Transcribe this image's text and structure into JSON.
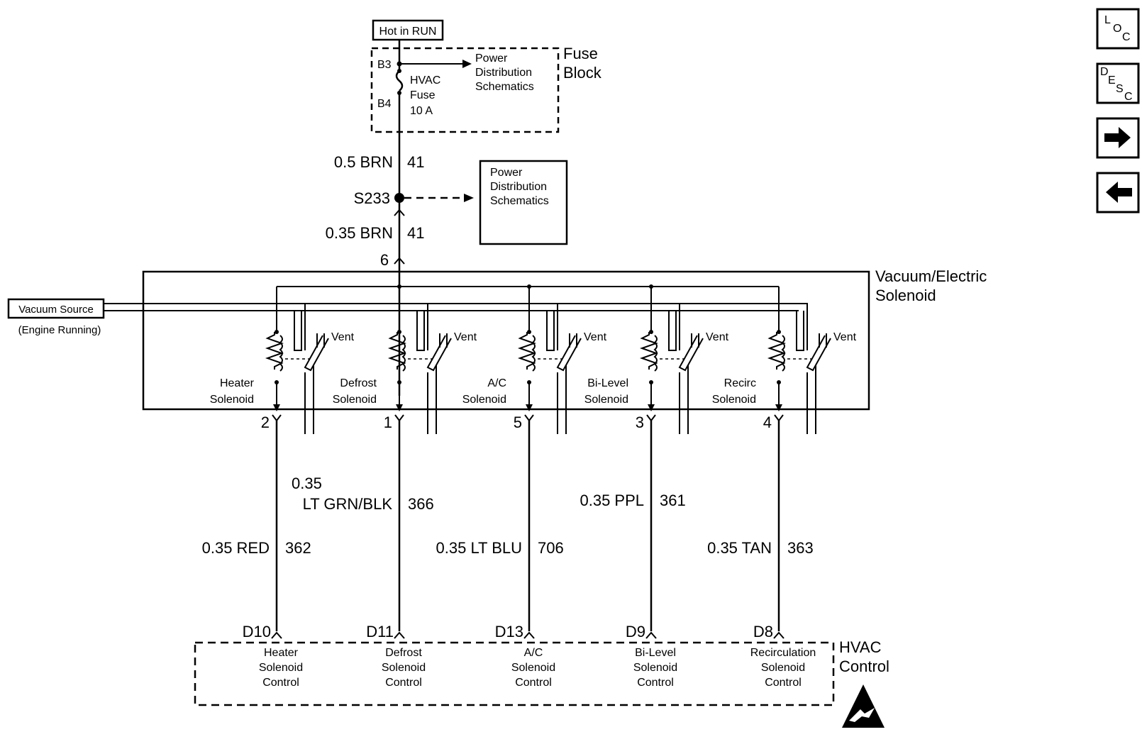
{
  "labels": {
    "hot_in_run": "Hot in RUN",
    "b3": "B3",
    "b4": "B4",
    "hvac_fuse": [
      "HVAC",
      "Fuse",
      "10 A"
    ],
    "pds_top": [
      "Power",
      "Distribution",
      "Schematics"
    ],
    "fuse_block": [
      "Fuse",
      "Block"
    ],
    "wire_05brn": "0.5 BRN",
    "wire_05brn_num": "41",
    "splice": "S233",
    "pds_box": [
      "Power",
      "Distribution",
      "Schematics"
    ],
    "wire_035brn": "0.35 BRN",
    "wire_035brn_num": "41",
    "pin6": "6",
    "vacuum_electric": [
      "Vacuum/Electric",
      "Solenoid"
    ],
    "vacuum_source": "Vacuum Source",
    "engine_running": "(Engine Running)",
    "vent": "Vent",
    "hvac_control": [
      "HVAC",
      "Control"
    ]
  },
  "solenoids": [
    {
      "name": [
        "Heater",
        "Solenoid"
      ],
      "pin": "2",
      "wire_color": "0.35 RED",
      "wire_num": "362",
      "conn": "D10",
      "control": [
        "Heater",
        "Solenoid",
        "Control"
      ]
    },
    {
      "name": [
        "Defrost",
        "Solenoid"
      ],
      "pin": "1",
      "wire_color_1": "0.35",
      "wire_color_2": "LT GRN/BLK",
      "wire_num": "366",
      "conn": "D11",
      "control": [
        "Defrost",
        "Solenoid",
        "Control"
      ]
    },
    {
      "name": [
        "A/C",
        "Solenoid"
      ],
      "pin": "5",
      "wire_color": "0.35 LT BLU",
      "wire_num": "706",
      "conn": "D13",
      "control": [
        "A/C",
        "Solenoid",
        "Control"
      ]
    },
    {
      "name": [
        "Bi-Level",
        "Solenoid"
      ],
      "pin": "3",
      "wire_color": "0.35 PPL",
      "wire_num": "361",
      "conn": "D9",
      "control": [
        "Bi-Level",
        "Solenoid",
        "Control"
      ]
    },
    {
      "name": [
        "Recirc",
        "Solenoid"
      ],
      "pin": "4",
      "wire_color": "0.35 TAN",
      "wire_num": "363",
      "conn": "D8",
      "control": [
        "Recirculation",
        "Solenoid",
        "Control"
      ]
    }
  ],
  "nav": {
    "loc_icon": "LOC",
    "desc_icon": "DESC",
    "next_icon": "right-arrow",
    "prev_icon": "left-arrow"
  }
}
